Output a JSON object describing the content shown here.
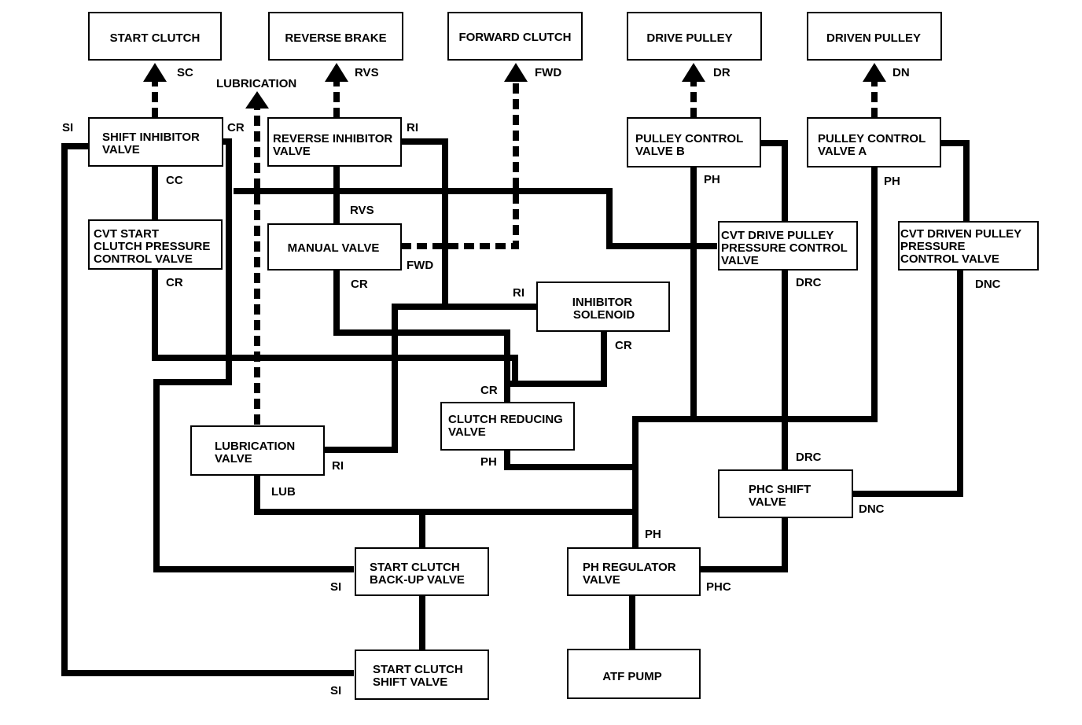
{
  "boxes": {
    "start_clutch": [
      "START CLUTCH"
    ],
    "reverse_brake": [
      "REVERSE BRAKE"
    ],
    "forward_clutch": [
      "FORWARD CLUTCH"
    ],
    "drive_pulley": [
      "DRIVE PULLEY"
    ],
    "driven_pulley": [
      "DRIVEN PULLEY"
    ],
    "shift_inhibitor": [
      "SHIFT INHIBITOR",
      "VALVE"
    ],
    "reverse_inhibitor": [
      "REVERSE INHIBITOR",
      "VALVE"
    ],
    "pulley_b": [
      "PULLEY CONTROL",
      "VALVE B"
    ],
    "pulley_a": [
      "PULLEY CONTROL",
      "VALVE A"
    ],
    "cvt_start": [
      "CVT START",
      "CLUTCH PRESSURE",
      "CONTROL VALVE"
    ],
    "manual_valve": [
      "MANUAL VALVE"
    ],
    "cvt_drive": [
      "CVT DRIVE PULLEY",
      "PRESSURE CONTROL",
      "VALVE"
    ],
    "cvt_driven": [
      "CVT DRIVEN PULLEY",
      "PRESSURE",
      "CONTROL VALVE"
    ],
    "inhibitor_solenoid": [
      "INHIBITOR",
      "SOLENOID"
    ],
    "clutch_reducing": [
      "CLUTCH REDUCING",
      "VALVE"
    ],
    "lubrication_valve": [
      "LUBRICATION",
      "VALVE"
    ],
    "phc_shift": [
      "PHC SHIFT",
      "VALVE"
    ],
    "start_backup": [
      "START CLUTCH",
      "BACK-UP VALVE"
    ],
    "ph_regulator": [
      "PH REGULATOR",
      "VALVE"
    ],
    "start_shift": [
      "START CLUTCH",
      "SHIFT VALVE"
    ],
    "atf_pump": [
      "ATF PUMP"
    ]
  },
  "labels": {
    "sc": "SC",
    "lubrication": "LUBRICATION",
    "rvs_top": "RVS",
    "fwd_top": "FWD",
    "dr": "DR",
    "dn": "DN",
    "si_left": "SI",
    "cr_shift": "CR",
    "ri_rev": "RI",
    "cc": "CC",
    "ph_b": "PH",
    "ph_a": "PH",
    "rvs_mid": "RVS",
    "fwd_mid": "FWD",
    "cr_cvt": "CR",
    "cr_manual": "CR",
    "drc_top": "DRC",
    "dnc_top": "DNC",
    "ri_sol": "RI",
    "cr_sol": "CR",
    "cr_clutch": "CR",
    "ph_clutch": "PH",
    "ri_lub": "RI",
    "drc_bottom": "DRC",
    "lub": "LUB",
    "dnc_bottom": "DNC",
    "ph_reg": "PH",
    "si_backup": "SI",
    "phc": "PHC",
    "si_shift": "SI"
  }
}
